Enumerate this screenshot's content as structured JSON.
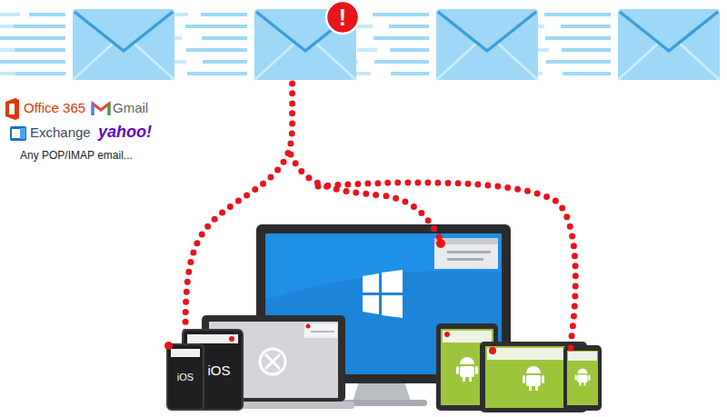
{
  "diagram": {
    "nodes": [
      {
        "text": [
          "!"
        ]
      },
      {
        "text": [
          "iOS"
        ]
      },
      {
        "text": [
          "iOS"
        ]
      }
    ],
    "edges": [
      {
        "from": 0,
        "to": 1,
        "arrow": "none"
      }
    ],
    "labels": [
      "Office 365",
      "Gmail",
      "Exchange",
      "yahoo!",
      "Any POP/IMAP email..."
    ]
  }
}
